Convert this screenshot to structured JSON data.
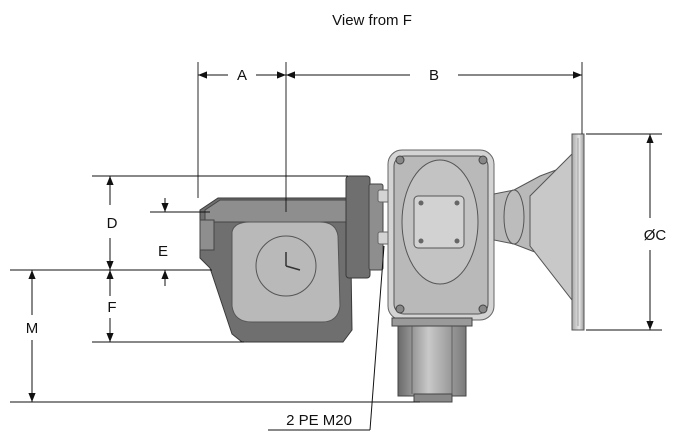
{
  "title": "View from F",
  "dimensions": {
    "a": "A",
    "b": "B",
    "c": "ØC",
    "d": "D",
    "e": "E",
    "f": "F",
    "m": "M"
  },
  "callout": "2 PE M20",
  "colors": {
    "line": "#111111",
    "body_dark": "#6f6f6f",
    "body_light": "#b9b9b9"
  }
}
